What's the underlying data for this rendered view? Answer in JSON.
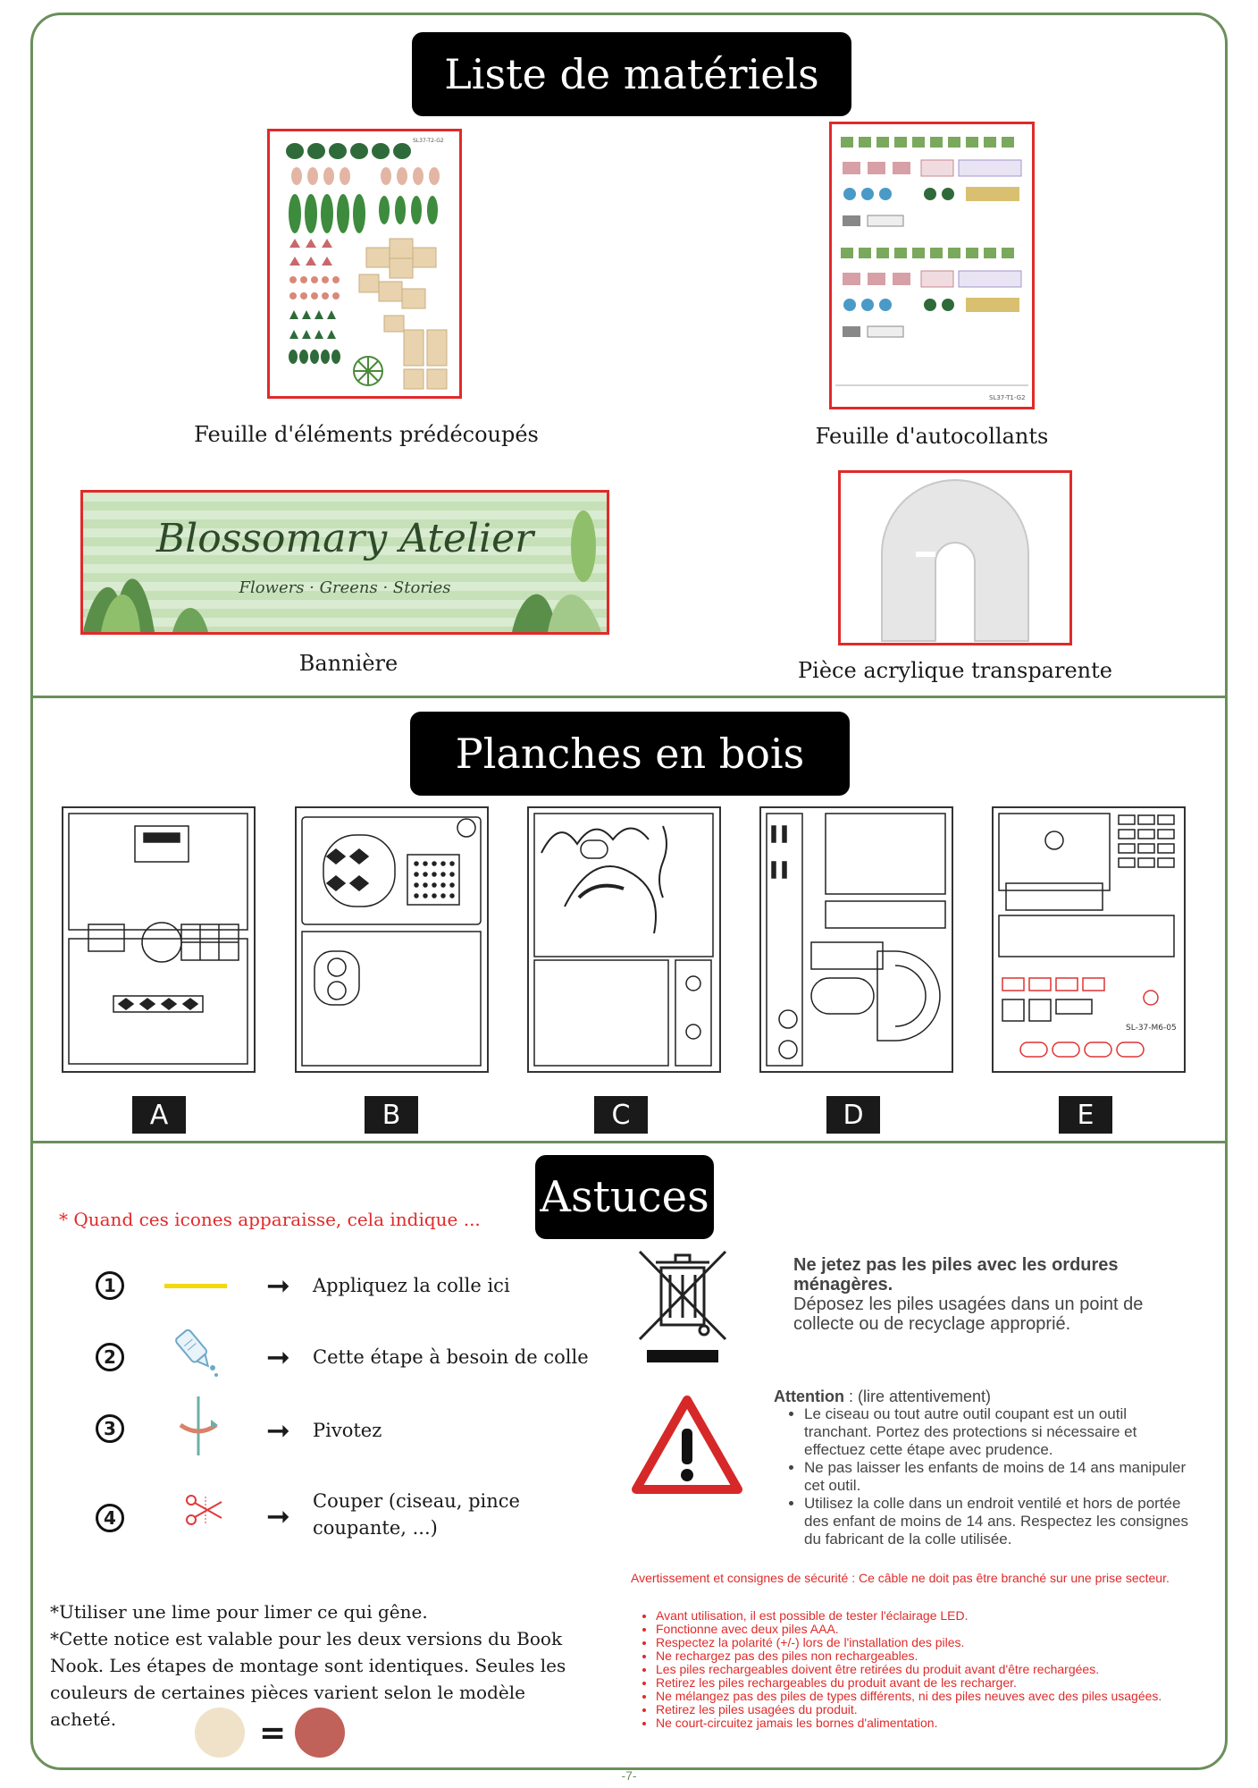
{
  "sections": {
    "materials_title": "Liste de matériels",
    "boards_title": "Planches en bois",
    "tips_title": "Astuces"
  },
  "materials": {
    "sheet_caption": "Feuille d'éléments prédécoupés",
    "sheet_code": "SL37-T2-G2",
    "sticker_caption": "Feuille d'autocollants",
    "sticker_code": "SL37-T1-G2",
    "banner_caption": "Bannière",
    "banner_title": "Blossomary Atelier",
    "banner_subtitle": "Flowers · Greens · Stories",
    "acrylic_caption": "Pièce acrylique transparente"
  },
  "boards": {
    "labels": [
      "A",
      "B",
      "C",
      "D",
      "E"
    ],
    "e_code": "SL-37-M6-05"
  },
  "tips": {
    "intro": "* Quand ces icones apparaisse, cela indique ...",
    "items": [
      {
        "num": "1",
        "text": "Appliquez la colle ici"
      },
      {
        "num": "2",
        "text": "Cette étape à besoin de colle"
      },
      {
        "num": "3",
        "text": "Pivotez"
      },
      {
        "num": "4",
        "text": "Couper (ciseau, pince coupante, ...)"
      }
    ],
    "arrow": "➞",
    "note1": "*Utiliser une lime pour limer ce qui gêne.",
    "note2": "*Cette notice est valable pour les deux versions du Book Nook. Les étapes de montage sont identiques. Seules les couleurs de certaines pièces varient selon le modèle acheté.",
    "equals": "=",
    "color_a": "#efe2c8",
    "color_b": "#c0615a"
  },
  "battery": {
    "heading": "Ne jetez pas les piles avec les ordures ménagères.",
    "body": "Déposez les piles usagées dans un point de collecte ou de recyclage approprié."
  },
  "attention": {
    "label": "Attention",
    "suffix": " : (lire attentivement)",
    "items": [
      "Le ciseau ou tout autre outil coupant est un outil tranchant. Portez des protections si nécessaire et effectuez cette étape avec prudence.",
      "Ne pas laisser les enfants de moins de 14 ans manipuler cet outil.",
      "Utilisez la colle dans un endroit ventilé et hors de portée des enfant de moins de 14 ans. Respectez les consignes du fabricant de la colle utilisée."
    ]
  },
  "safety": {
    "heading": "Avertissement et consignes de sécurité : Ce câble ne doit pas être branché sur une prise secteur.",
    "items": [
      "Avant utilisation, il est possible de tester l'éclairage LED.",
      "Fonctionne avec deux piles AAA.",
      "Respectez la polarité (+/-) lors de l'installation des piles.",
      "Ne rechargez pas des piles non rechargeables.",
      "Les piles rechargeables doivent être retirées du produit avant d'être rechargées.",
      "Retirez les piles rechargeables du produit avant de les recharger.",
      "Ne mélangez pas des piles de types différents, ni des piles neuves avec des piles usagées.",
      "Retirez les piles usagées du produit.",
      "Ne court-circuitez jamais les bornes d'alimentation."
    ]
  },
  "page_number": "-7-"
}
